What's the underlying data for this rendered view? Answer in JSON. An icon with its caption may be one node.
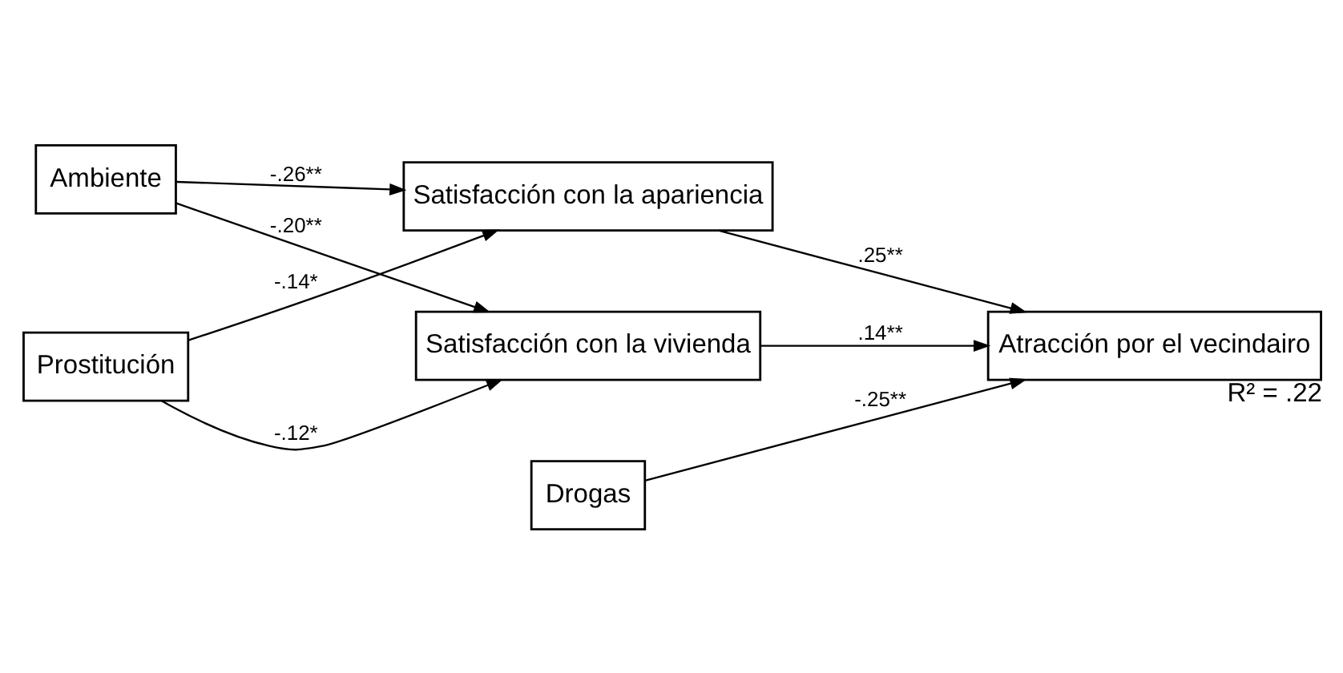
{
  "diagram": {
    "nodes": [
      {
        "text": [
          "Satisfacción con la vivienda"
        ]
      },
      {
        "text": [
          "Ambiente"
        ]
      },
      {
        "text": [
          "Atracción por el vecindairo"
        ],
        "beside": [
          "R² = .22"
        ]
      },
      {
        "text": [
          "Prostitución"
        ]
      },
      {
        "text": [
          "Satisfacción con la apariencia"
        ]
      },
      {
        "text": [
          "Drogas"
        ]
      }
    ],
    "edges": [
      {
        "from": 1,
        "to": 0,
        "arrow": "to",
        "label": "-.20**"
      },
      {
        "from": 3,
        "to": 0,
        "arrow": "to",
        "label": "-.12*"
      },
      {
        "from": 1,
        "to": 4,
        "arrow": "to",
        "label": "-.26**"
      },
      {
        "from": 3,
        "to": 4,
        "arrow": "to",
        "label": "-.14*"
      },
      {
        "from": 0,
        "to": 2,
        "arrow": "to",
        "label": ".14**"
      },
      {
        "from": 4,
        "to": 2,
        "arrow": "to",
        "label": ".25**"
      },
      {
        "from": 5,
        "to": 2,
        "arrow": "to",
        "label": "-.25**"
      }
    ]
  }
}
